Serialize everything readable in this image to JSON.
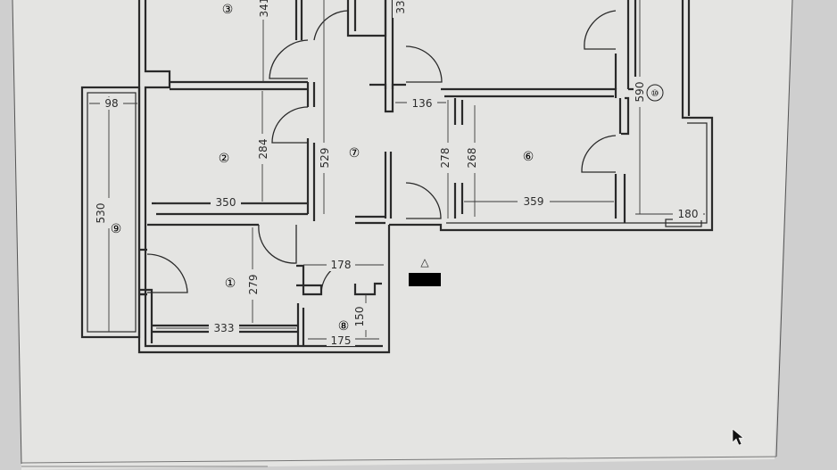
{
  "rooms": [
    {
      "id": "room-1",
      "number": "①",
      "width": "333",
      "height": "279"
    },
    {
      "id": "room-2",
      "number": "②",
      "width": "350",
      "height": "284"
    },
    {
      "id": "room-3",
      "number": "③",
      "height": "341"
    },
    {
      "id": "room-6",
      "number": "⑥",
      "width": "359",
      "height": "268",
      "height_outer": "278"
    },
    {
      "id": "room-7",
      "number": "⑦",
      "height": "529",
      "width": "178"
    },
    {
      "id": "room-8",
      "number": "⑧",
      "width": "175",
      "height": "150"
    },
    {
      "id": "room-9",
      "number": "⑨",
      "height": "530",
      "width": "98"
    },
    {
      "id": "room-10",
      "number": "⑩",
      "height": "590",
      "width": "180"
    }
  ],
  "misc_dims": {
    "top_center": "33",
    "corridor": "136"
  },
  "north_marker": "△",
  "colors": {
    "paper": "#e4e4e2",
    "background": "#cfcfcf",
    "lines": "#2a2a2a",
    "redaction": "#000000"
  }
}
